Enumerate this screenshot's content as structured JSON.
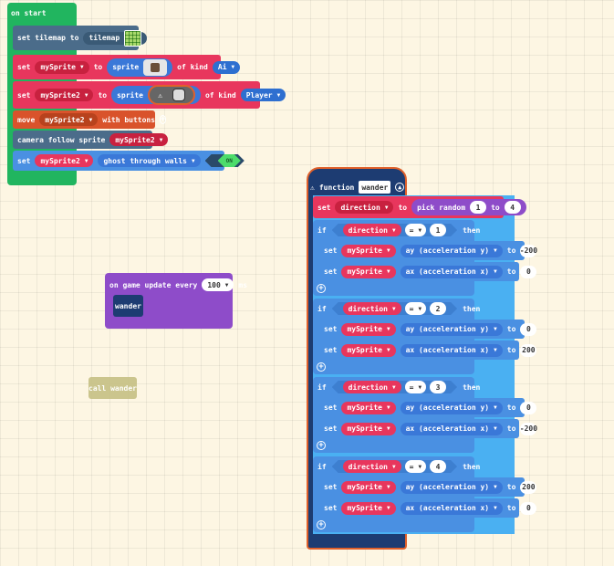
{
  "colors": {
    "events": "#21b55f",
    "scene": "#4b6c8a",
    "sprites": "#e8365d",
    "controller": "#d9532b",
    "logic": "#56a8f0",
    "functions": "#1d3c72",
    "game": "#8e4cc9",
    "variables": "#e8365d"
  },
  "on_start": {
    "hat": "on start",
    "tilemap": {
      "set": "set tilemap to",
      "value": "tilemap"
    },
    "sprite1": {
      "set": "set",
      "var": "mySprite",
      "to": "to",
      "sprite": "sprite",
      "kind_label": "of kind",
      "kind": "Ai"
    },
    "sprite2": {
      "set": "set",
      "var": "mySprite2",
      "to": "to",
      "sprite": "sprite",
      "kind_label": "of kind",
      "kind": "Player"
    },
    "move": {
      "move": "move",
      "var": "mySprite2",
      "with": "with buttons"
    },
    "camera": {
      "label": "camera follow sprite",
      "var": "mySprite2"
    },
    "ghost": {
      "set": "set",
      "var": "mySprite2",
      "flag": "ghost through walls",
      "toggle": "ON"
    }
  },
  "game_update": {
    "label": "on game update every",
    "interval": "100",
    "unit": "ms",
    "call": "wander"
  },
  "loose_call": "call wander",
  "function_def": {
    "keyword": "function",
    "name": "wander",
    "set_direction": {
      "set": "set",
      "var": "direction",
      "to": "to",
      "random": "pick random",
      "from": "1",
      "to_kw": "to",
      "to_val": "4"
    },
    "conditions": [
      {
        "if": "if",
        "var": "direction",
        "op": "=",
        "value": "1",
        "then": "then",
        "set1": {
          "set": "set",
          "var": "mySprite",
          "prop": "ay (acceleration y)",
          "to": "to",
          "value": "-200"
        },
        "set2": {
          "set": "set",
          "var": "mySprite",
          "prop": "ax (acceleration x)",
          "to": "to",
          "value": "0"
        }
      },
      {
        "if": "if",
        "var": "direction",
        "op": "=",
        "value": "2",
        "then": "then",
        "set1": {
          "set": "set",
          "var": "mySprite",
          "prop": "ay (acceleration y)",
          "to": "to",
          "value": "0"
        },
        "set2": {
          "set": "set",
          "var": "mySprite",
          "prop": "ax (acceleration x)",
          "to": "to",
          "value": "200"
        }
      },
      {
        "if": "if",
        "var": "direction",
        "op": "=",
        "value": "3",
        "then": "then",
        "set1": {
          "set": "set",
          "var": "mySprite",
          "prop": "ay (acceleration y)",
          "to": "to",
          "value": "0"
        },
        "set2": {
          "set": "set",
          "var": "mySprite",
          "prop": "ax (acceleration x)",
          "to": "to",
          "value": "-200"
        }
      },
      {
        "if": "if",
        "var": "direction",
        "op": "=",
        "value": "4",
        "then": "then",
        "set1": {
          "set": "set",
          "var": "mySprite",
          "prop": "ay (acceleration y)",
          "to": "to",
          "value": "200"
        },
        "set2": {
          "set": "set",
          "var": "mySprite",
          "prop": "ax (acceleration x)",
          "to": "to",
          "value": "0"
        }
      }
    ]
  },
  "icons": {
    "tilemap": "tilemap-thumbnail-icon",
    "ai_sprite": "robot-sprite-icon",
    "player_sprite": "player-sprite-icon",
    "warning": "warning-icon",
    "collapse": "collapse-chevron-icon",
    "add": "plus-icon",
    "dropdown": "dropdown-arrow-icon"
  }
}
